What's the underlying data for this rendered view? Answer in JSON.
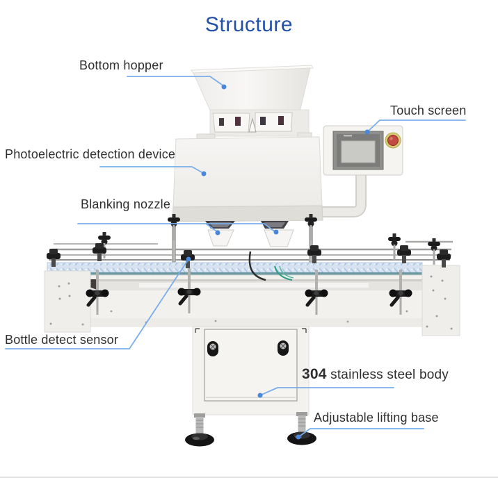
{
  "page": {
    "title": "Structure",
    "title_color": "#2350a7",
    "background_color": "#ffffff"
  },
  "colors": {
    "callout_line": "#7aade9",
    "callout_dot": "#4b86dd",
    "label_text": "#2e2e2e",
    "machine_body": "#f3f2ef",
    "belt_blue": "#d6e2f0",
    "estop_red": "#c14b41",
    "estop_ring_yellow": "#d8cc72"
  },
  "callouts": {
    "bottom_hopper": "Bottom hopper",
    "touch_screen": "Touch screen",
    "photoelectric_detection_device": "Photoelectric detection device",
    "blanking_nozzle": "Blanking nozzle",
    "bottle_detect_sensor": "Bottle detect sensor",
    "stainless_steel_body_number": "304",
    "stainless_steel_body_text": "stainless steel body",
    "adjustable_lifting_base": "Adjustable lifting base"
  }
}
